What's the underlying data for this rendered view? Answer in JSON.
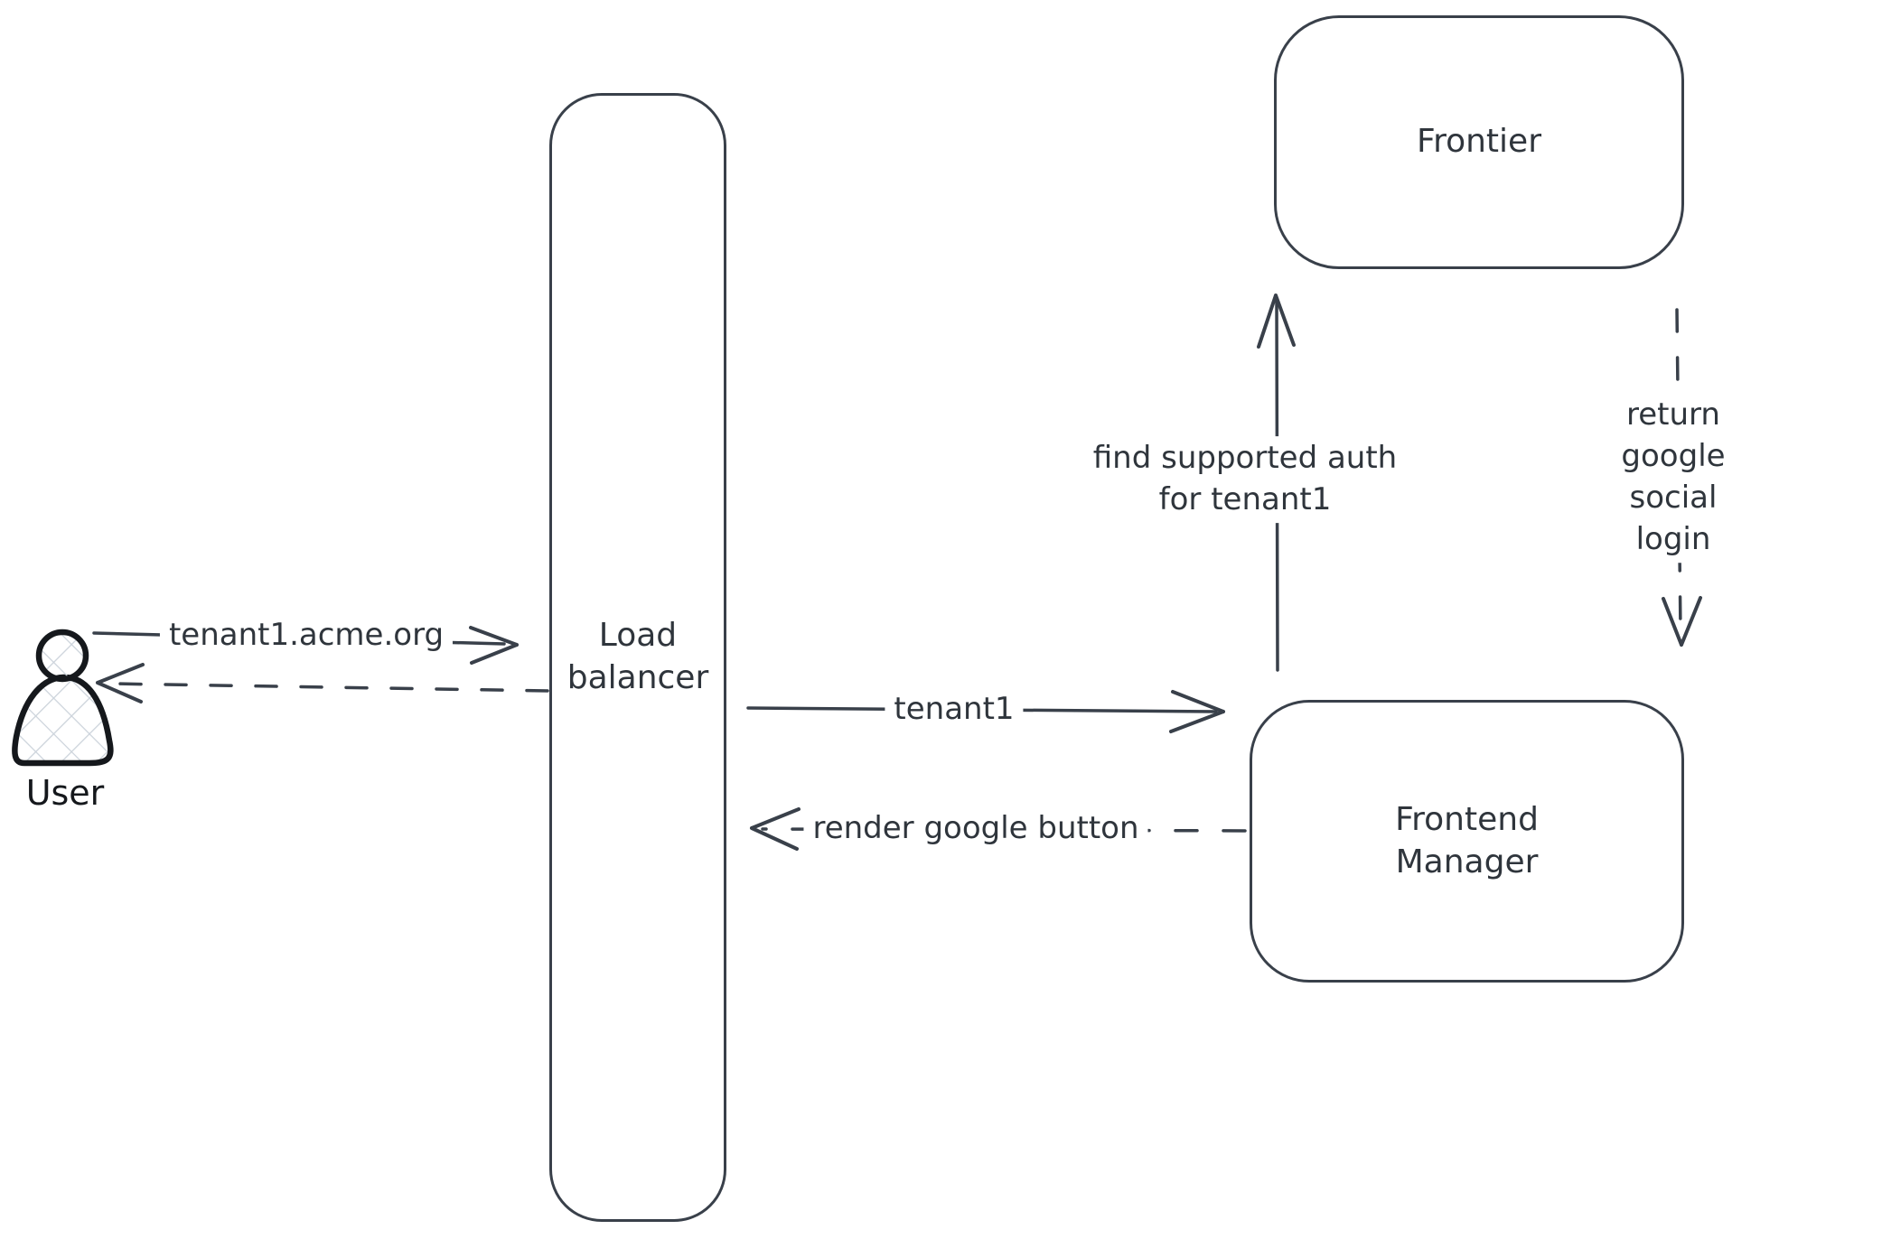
{
  "diagram": {
    "nodes": {
      "user": {
        "label": "User"
      },
      "load_balancer": {
        "label": "Load\nbalancer"
      },
      "frontier": {
        "label": "Frontier"
      },
      "frontend_manager": {
        "label": "Frontend\nManager"
      }
    },
    "edges": {
      "user_to_lb": {
        "label": "tenant1.acme.org",
        "style": "solid",
        "direction": "right"
      },
      "lb_to_user": {
        "style": "dashed",
        "direction": "left"
      },
      "lb_to_fm": {
        "label": "tenant1",
        "style": "solid",
        "direction": "right"
      },
      "fm_to_lb": {
        "label": "render google button",
        "style": "dashed",
        "direction": "left"
      },
      "fm_to_frontier": {
        "label": "find supported auth\nfor tenant1",
        "style": "solid",
        "direction": "up"
      },
      "frontier_to_fm": {
        "label": "return google social\nlogin",
        "style": "dashed",
        "direction": "down"
      }
    },
    "colors": {
      "stroke": "#39404a",
      "icon_stroke": "#15181c",
      "hatch": "#ccd3db",
      "background": "#ffffff"
    }
  }
}
